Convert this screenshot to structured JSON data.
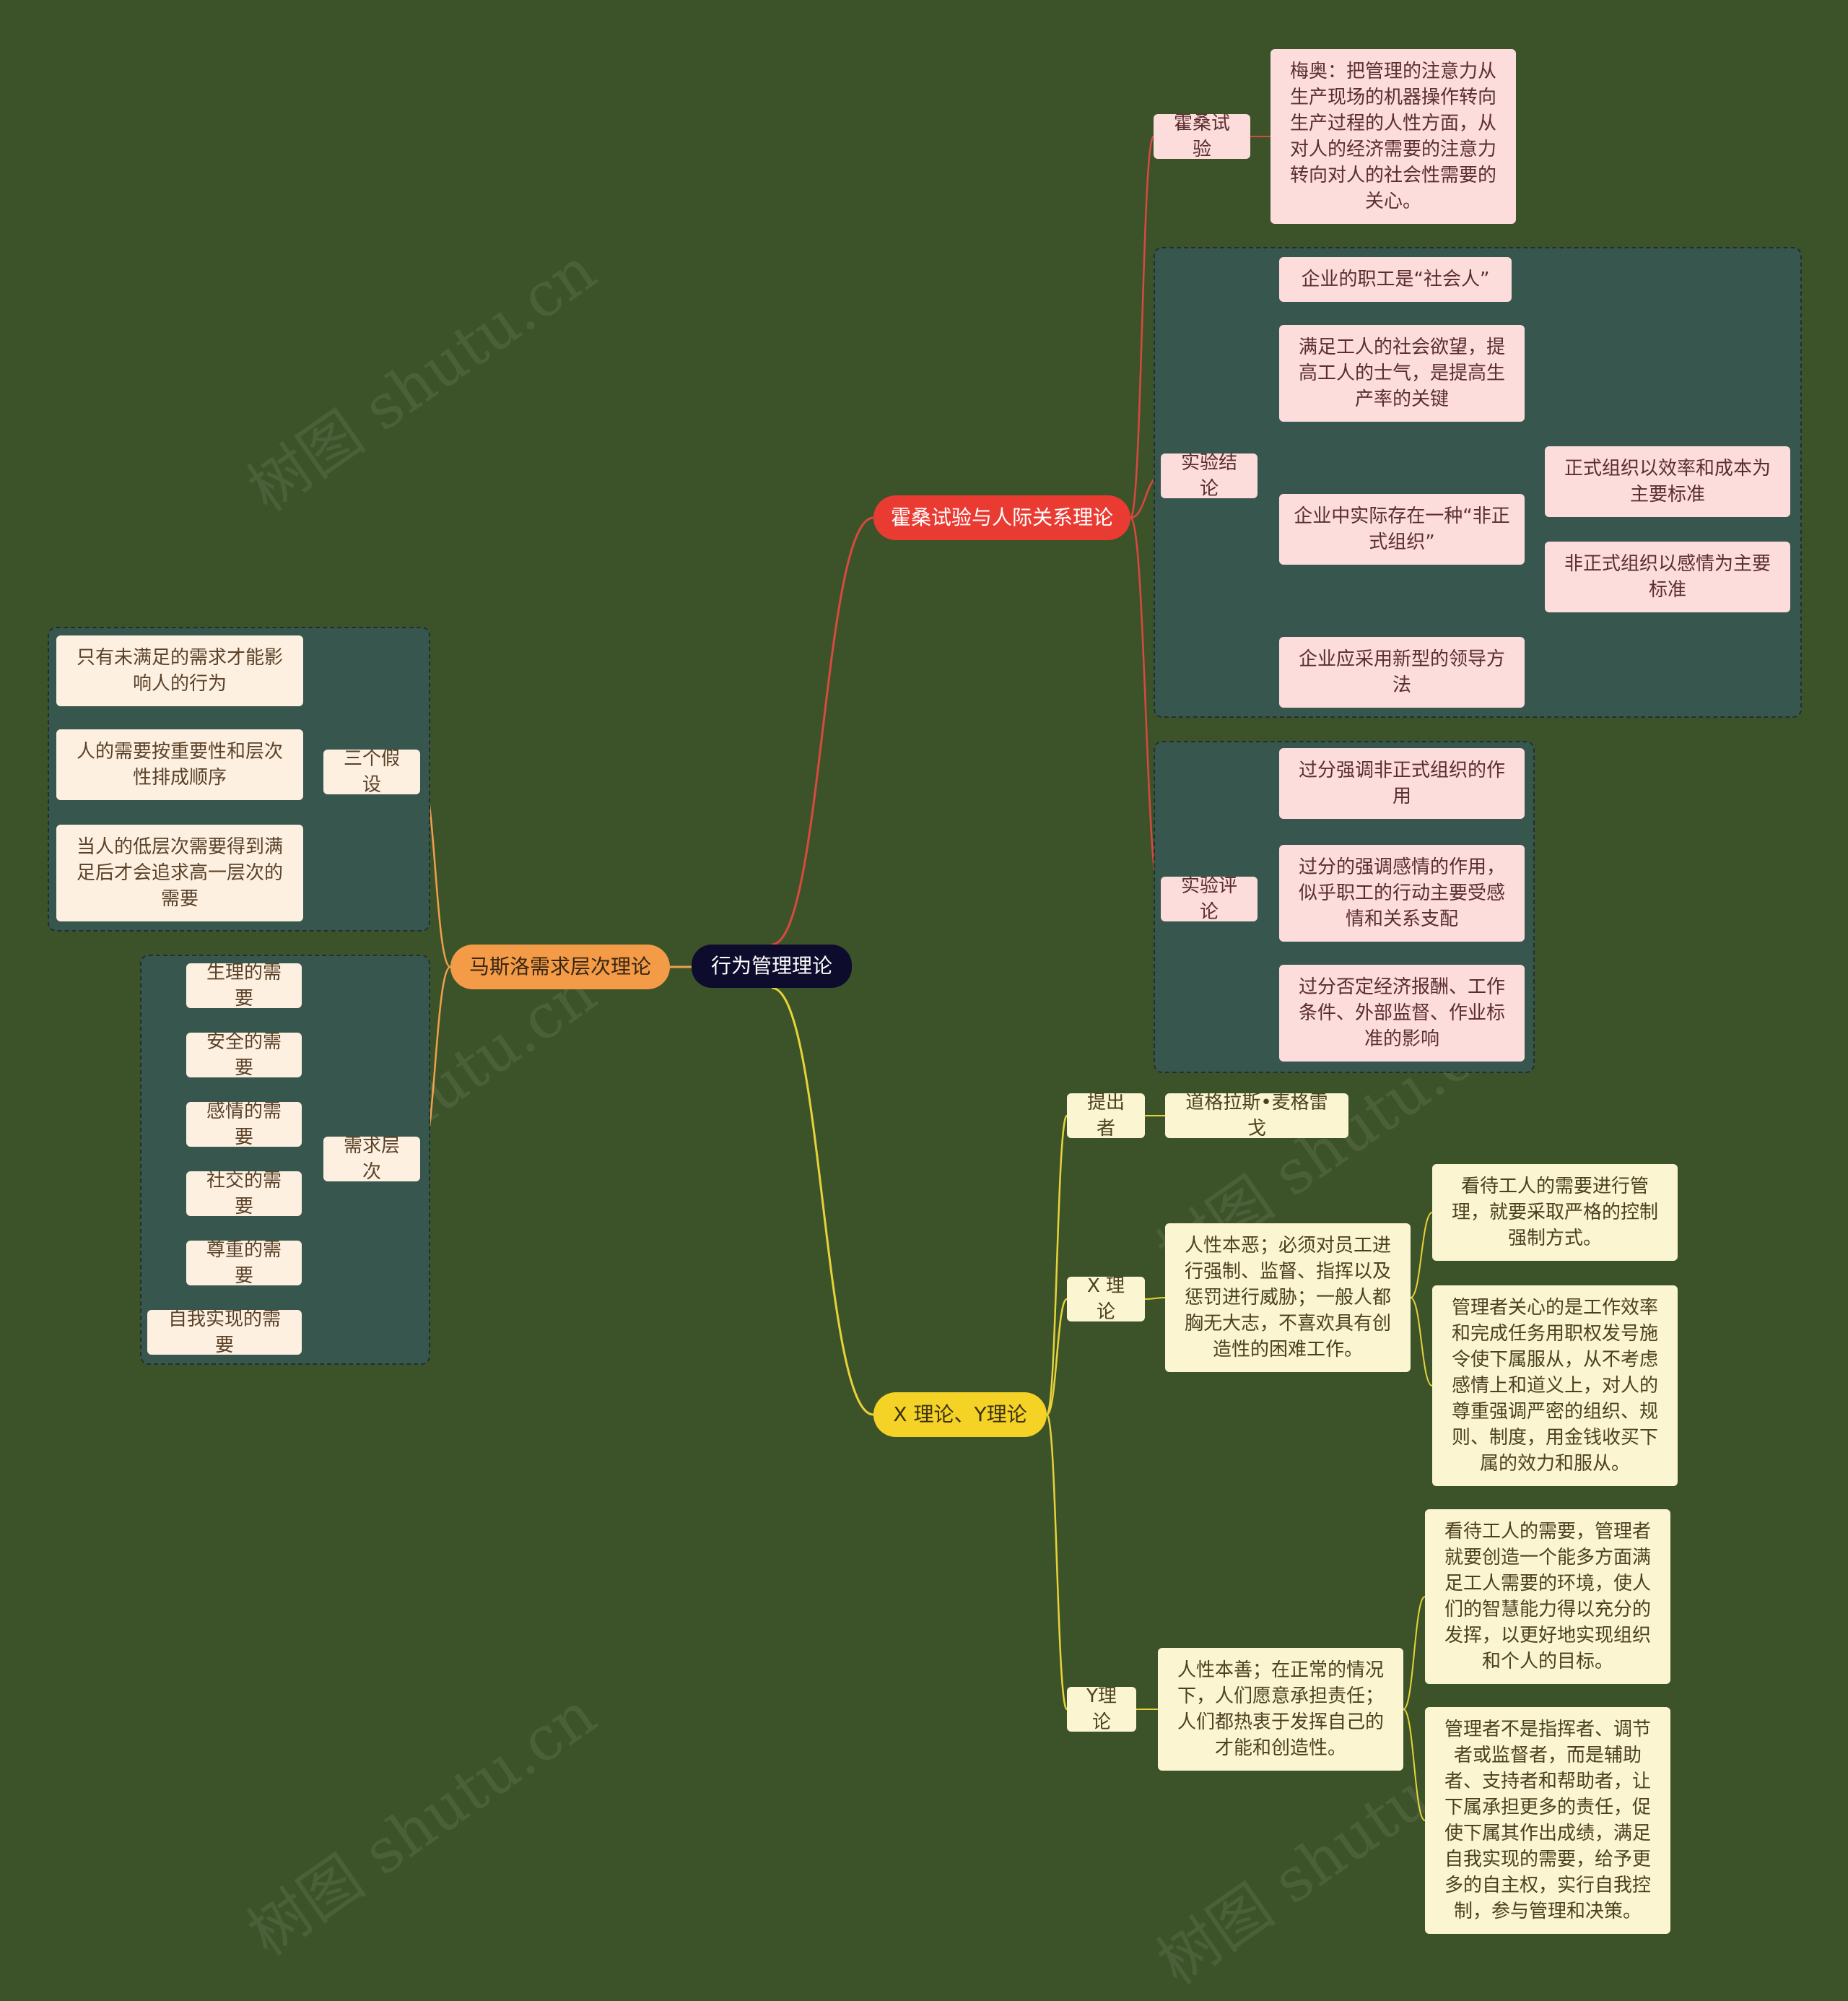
{
  "root": "行为管理理论",
  "watermark": "树图 shutu.cn",
  "colors": {
    "background": "#3c5329",
    "red_branch": "#ea3b33",
    "orange_branch": "#f39b46",
    "yellow_branch": "#f5d226",
    "root_fill": "#0d0c2c"
  },
  "hawthorne": {
    "label": "霍桑试验与人际关系理论",
    "experiment": {
      "label": "霍桑试验",
      "detail": "梅奥：把管理的注意力从生产现场的机器操作转向生产过程的人性方面，从对人的经济需要的注意力转向对人的社会性需要的关心。"
    },
    "conclusion": {
      "label": "实验结论",
      "items": [
        "企业的职工是“社会人”",
        "满足工人的社会欲望，提高工人的士气，是提高生产率的关键",
        "企业中实际存在一种“非正式组织”",
        "企业应采用新型的领导方法"
      ],
      "sub_items": [
        "正式组织以效率和成本为主要标准",
        "非正式组织以感情为主要标准"
      ]
    },
    "review": {
      "label": "实验评论",
      "items": [
        "过分强调非正式组织的作用",
        "过分的强调感情的作用，似乎职工的行动主要受感情和关系支配",
        "过分否定经济报酬、工作条件、外部监督、作业标准的影响"
      ]
    }
  },
  "maslow": {
    "label": "马斯洛需求层次理论",
    "assumptions": {
      "label": "三个假设",
      "items": [
        "只有未满足的需求才能影响人的行为",
        "人的需要按重要性和层次性排成顺序",
        "当人的低层次需要得到满足后才会追求高一层次的需要"
      ]
    },
    "hierarchy": {
      "label": "需求层次",
      "items": [
        "生理的需要",
        "安全的需要",
        "感情的需要",
        "社交的需要",
        "尊重的需要",
        "自我实现的需要"
      ]
    }
  },
  "xy": {
    "label": "X 理论、Y理论",
    "proposer": {
      "label": "提出者",
      "value": "道格拉斯•麦格雷戈"
    },
    "x": {
      "label": "X 理论",
      "summary": "人性本恶；必须对员工进行强制、监督、指挥以及惩罚进行威胁；一般人都胸无大志，不喜欢具有创造性的困难工作。",
      "details": [
        "看待工人的需要进行管理，就要采取严格的控制强制方式。",
        "管理者关心的是工作效率和完成任务用职权发号施令使下属服从，从不考虑感情上和道义上，对人的尊重强调严密的组织、规则、制度，用金钱收买下属的效力和服从。"
      ]
    },
    "y": {
      "label": "Y理论",
      "summary": "人性本善；在正常的情况下，人们愿意承担责任；人们都热衷于发挥自己的才能和创造性。",
      "details": [
        "看待工人的需要，管理者就要创造一个能多方面满足工人需要的环境，使人们的智慧能力得以充分的发挥，以更好地实现组织和个人的目标。",
        "管理者不是指挥者、调节者或监督者，而是辅助者、支持者和帮助者，让下属承担更多的责任，促使下属其作出成绩，满足自我实现的需要，给予更多的自主权，实行自我控制，参与管理和决策。"
      ]
    }
  }
}
